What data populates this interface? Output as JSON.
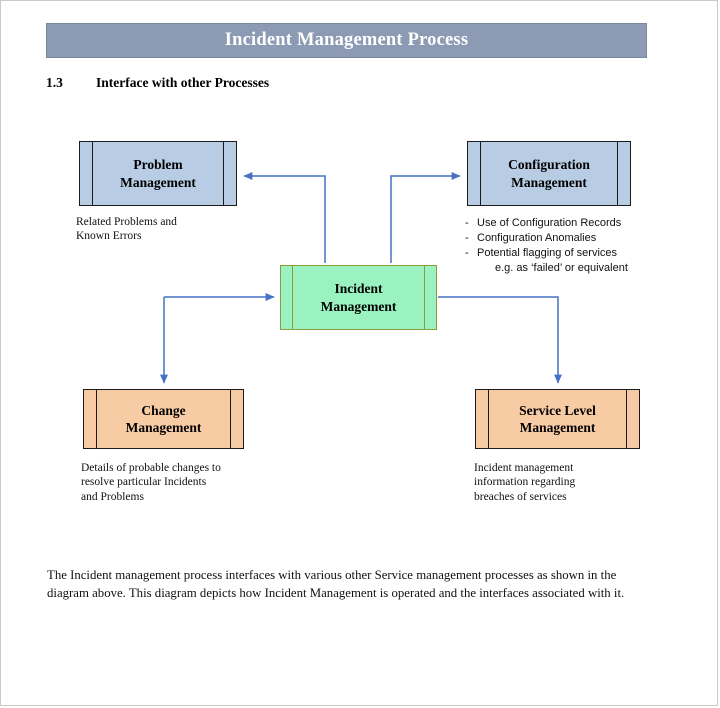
{
  "document": {
    "header_title": "Incident Management Process",
    "section": {
      "number": "1.3",
      "title": "Interface with other Processes"
    },
    "body_paragraph": "The Incident management process interfaces with various other Service management processes as shown in the diagram above. This diagram depicts how Incident Management is operated and the interfaces associated with it."
  },
  "diagram": {
    "type": "flowchart",
    "nodes": [
      {
        "id": "problem-management",
        "label_line1": "Problem",
        "label_line2": "Management",
        "fill": "#B8CCE4",
        "stroke": "#1a1a1a",
        "shape": "predefined-process"
      },
      {
        "id": "configuration-management",
        "label_line1": "Configuration",
        "label_line2": "Management",
        "fill": "#B8CCE4",
        "stroke": "#1a1a1a",
        "shape": "predefined-process"
      },
      {
        "id": "incident-management",
        "label_line1": "Incident",
        "label_line2": "Management",
        "fill": "#99F2BF",
        "stroke": "#8d9b3c",
        "shape": "predefined-process"
      },
      {
        "id": "change-management",
        "label_line1": "Change",
        "label_line2": "Management",
        "fill": "#F7CBA4",
        "stroke": "#1a1a1a",
        "shape": "predefined-process"
      },
      {
        "id": "service-level-management",
        "label_line1": "Service Level",
        "label_line2": "Management",
        "fill": "#F7CBA4",
        "stroke": "#1a1a1a",
        "shape": "predefined-process"
      }
    ],
    "captions": {
      "problem_management": "Related Problems and\nKnown Errors",
      "configuration_management": {
        "bullets": [
          "Use of Configuration Records",
          "Configuration Anomalies",
          "Potential flagging of services"
        ],
        "continuation": "e.g. as ‘failed’ or equivalent"
      },
      "change_management": "Details of probable changes to\nresolve particular Incidents\nand Problems",
      "service_level_management": "Incident management\ninformation regarding\nbreaches of services"
    },
    "edges": [
      {
        "id": "incident-to-problem",
        "from": "incident-management",
        "to": "problem-management",
        "color": "#4472C4"
      },
      {
        "id": "incident-to-configuration",
        "from": "incident-management",
        "to": "configuration-management",
        "color": "#4472C4"
      },
      {
        "id": "incident-to-change",
        "from": "incident-management",
        "to": "change-management",
        "color": "#4472C4"
      },
      {
        "id": "incident-to-service-level",
        "from": "incident-management",
        "to": "service-level-management",
        "color": "#4472C4"
      },
      {
        "id": "inbound-to-incident",
        "from": "change-management",
        "to": "incident-management",
        "color": "#4472C4"
      }
    ],
    "edge_color": "#4472C4"
  }
}
